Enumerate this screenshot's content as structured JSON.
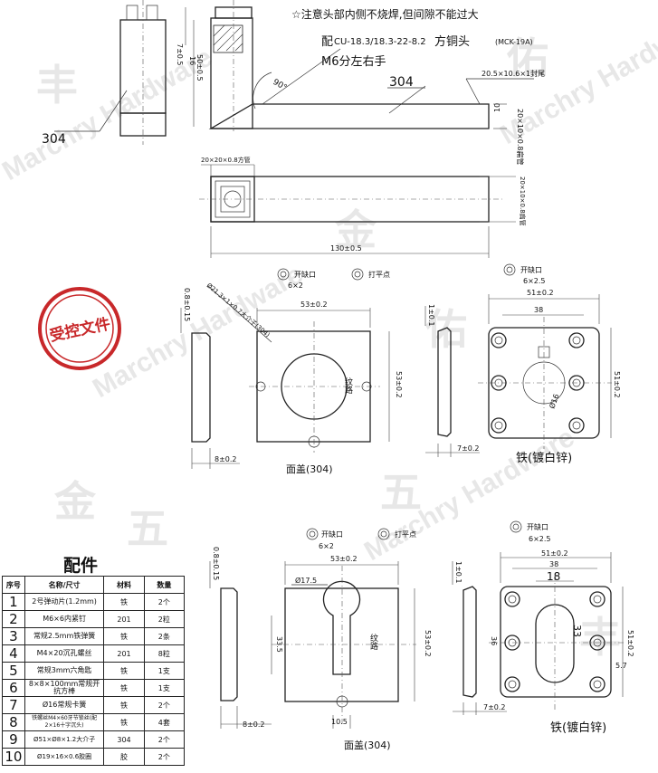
{
  "watermarks": [
    "丰",
    "佑",
    "金",
    "五",
    "Marchry Hardware"
  ],
  "top_view": {
    "note": "☆注意头部内侧不烧焊,但间隙不能过大",
    "part_spec_prefix": "配",
    "part_spec": "CU-18.3/18.3-22-8.2",
    "part_spec_suffix": "方铜头",
    "part_code": "(MCK-19A)",
    "thread_note": "M6分左右手",
    "material_left": "304",
    "material_right": "304",
    "end_cap": "20.5×10.6×1封尾",
    "dim_7": "7±0.5",
    "dim_16": "16",
    "dim_50": "50±0.5",
    "angle": "90°",
    "dim_10": "10",
    "side_label": "20×10×0.8扁管",
    "tube_label": "20×20×0.8方管",
    "length": "130±0.5"
  },
  "stamp": {
    "text": "受控文件"
  },
  "cover1": {
    "hole_note1": "开缺口",
    "hole_note1_qty": "6×2",
    "hole_note2": "打平点",
    "thickness": "0.8±0.15",
    "tube_note": "Ø21.3×1×0.7大介子(304)",
    "width": "53±0.2",
    "height": "53±0.2",
    "grain": "纹路",
    "depth": "8±0.2",
    "caption": "面盖(304)"
  },
  "iron1": {
    "hole_note": "开缺口",
    "hole_note_qty": "6×2.5",
    "width": "51±0.2",
    "inner": "38",
    "side": "1±0.1",
    "height": "51±0.2",
    "hole": "Ø16",
    "depth": "7±0.2",
    "caption": "铁(镀白锌)"
  },
  "accessories": {
    "title": "配件",
    "headers": [
      "序号",
      "名称/尺寸",
      "材料",
      "数量"
    ],
    "rows": [
      [
        "1",
        "2号弹动片(1.2mm)",
        "铁",
        "2个"
      ],
      [
        "2",
        "M6×6内紧钉",
        "201",
        "2粒"
      ],
      [
        "3",
        "常规2.5mm铁弹簧",
        "铁",
        "2条"
      ],
      [
        "4",
        "M4×20沉孔螺丝",
        "201",
        "8粒"
      ],
      [
        "5",
        "常规3mm六角匙",
        "铁",
        "1支"
      ],
      [
        "6",
        "8×8×100mm常规开抗方棒",
        "铁",
        "1支"
      ],
      [
        "7",
        "Ø16常规卡簧",
        "铁",
        "2个"
      ],
      [
        "8",
        "铁螺丝M4×60牙节锁丝(配2×16十字沉头)",
        "铁",
        "4套"
      ],
      [
        "9",
        "Ø51×Ø8×1.2大介子",
        "304",
        "2个"
      ],
      [
        "10",
        "Ø19×16×0.6胶圈",
        "胶",
        "2个"
      ]
    ]
  },
  "cover2": {
    "hole_note1": "开缺口",
    "hole_note1_qty": "6×2",
    "hole_note2": "打平点",
    "thickness": "0.8±0.15",
    "width": "53±0.2",
    "hole": "Ø17.5",
    "slot_h": "33.5",
    "height": "53±0.2",
    "grain": "纹路",
    "depth": "8±0.2",
    "slot_w": "10.5",
    "caption": "面盖(304)"
  },
  "iron2": {
    "hole_note": "开缺口",
    "hole_note_qty": "6×2.5",
    "side": "1±0.1",
    "width": "51±0.2",
    "inner": "38",
    "slot_w": "18",
    "slot_h": "33",
    "height": "51±0.2",
    "depth": "7±0.2",
    "dim_36": "36",
    "dim_57": "5.7",
    "caption": "铁(镀白锌)"
  }
}
